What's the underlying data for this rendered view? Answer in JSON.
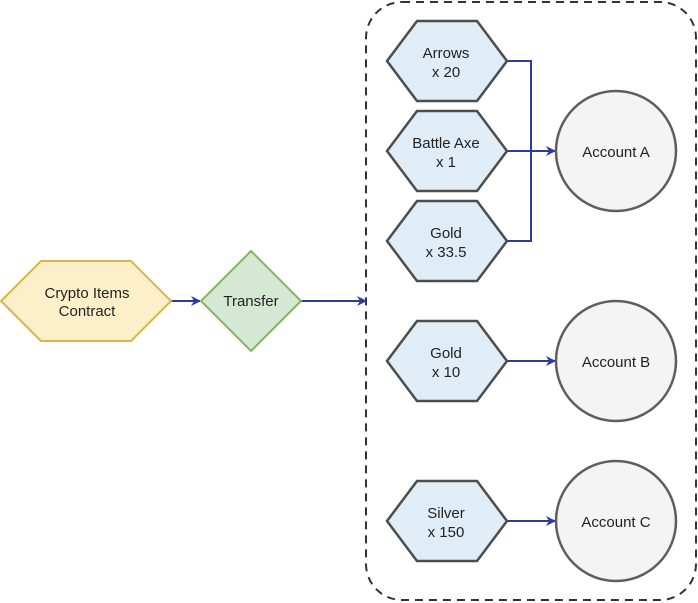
{
  "colors": {
    "contract_fill": "#fdf0c9",
    "contract_stroke": "#d7b64a",
    "transfer_fill": "#d5e8d4",
    "transfer_stroke": "#82b366",
    "item_fill": "#e1edf6",
    "item_stroke": "#4d4d4d",
    "account_fill": "#f4f4f4",
    "account_stroke": "#5e5e5e",
    "edge": "#2a3d9a",
    "group_border": "#333333"
  },
  "contract": {
    "line1": "Crypto Items",
    "line2": "Contract"
  },
  "transfer": {
    "label": "Transfer"
  },
  "items": [
    {
      "line1": "Arrows",
      "line2": "x 20"
    },
    {
      "line1": "Battle Axe",
      "line2": "x 1"
    },
    {
      "line1": "Gold",
      "line2": "x 33.5"
    },
    {
      "line1": "Gold",
      "line2": "x 10"
    },
    {
      "line1": "Silver",
      "line2": "x 150"
    }
  ],
  "accounts": [
    {
      "label": "Account A"
    },
    {
      "label": "Account B"
    },
    {
      "label": "Account C"
    }
  ]
}
